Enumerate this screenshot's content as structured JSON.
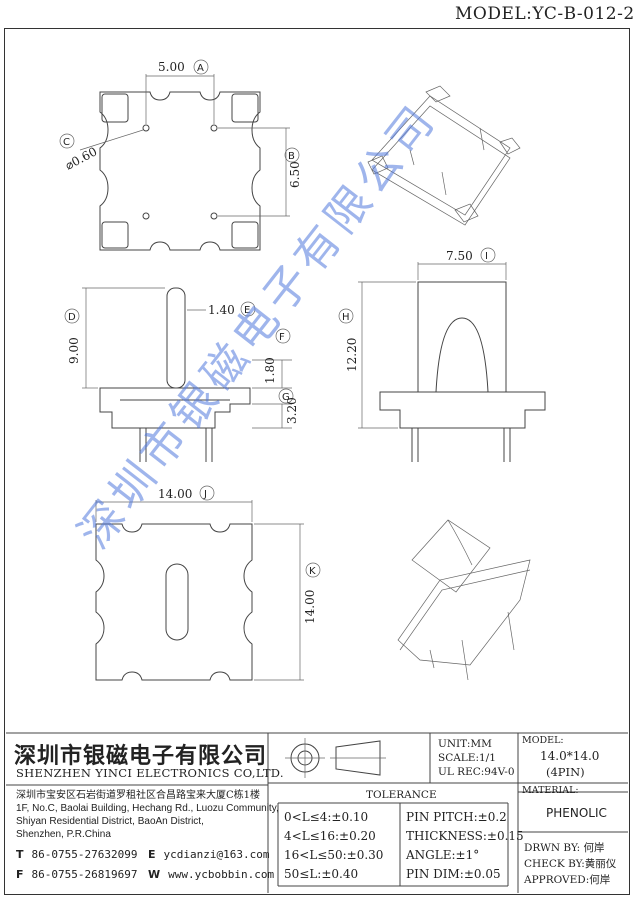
{
  "header": {
    "model_title": "MODEL:YC-B-012-2"
  },
  "dimensions": {
    "a": {
      "value": "5.00",
      "tag": "A"
    },
    "b": {
      "value": "6.50",
      "tag": "B"
    },
    "c": {
      "value": "⌀0.60",
      "tag": "C"
    },
    "d": {
      "value": "9.00",
      "tag": "D"
    },
    "e": {
      "value": "1.40",
      "tag": "E"
    },
    "f": {
      "value": "1.80",
      "tag": "F"
    },
    "g": {
      "value": "3.20",
      "tag": "G"
    },
    "h": {
      "value": "12.20",
      "tag": "H"
    },
    "i": {
      "value": "7.50",
      "tag": "I"
    },
    "j": {
      "value": "14.00",
      "tag": "J"
    },
    "k": {
      "value": "14.00",
      "tag": "K"
    }
  },
  "watermark": "深圳市银磁电子有限公司",
  "company": {
    "name_cn": "深圳市银磁电子有限公司",
    "name_en": "SHENZHEN YINCI ELECTRONICS CO,LTD.",
    "address_cn": "深圳市宝安区石岩街道罗租社区合昌路宝来大厦C栋1楼",
    "address_en_1": "1F, No.C, Baolai Building, Hechang Rd., Luozu Community,",
    "address_en_2": "Shiyan Residential District, BaoAn District,",
    "address_en_3": "Shenzhen, P.R.China",
    "tel_label": "T",
    "tel": "86-0755-27632099",
    "fax_label": "F",
    "fax": "86-0755-26819697",
    "email_label": "E",
    "email": "ycdianzi@163.com",
    "web_label": "W",
    "web": "www.ycbobbin.com"
  },
  "specs": {
    "unit": "UNIT:MM",
    "scale": "SCALE:1/1",
    "ul": "UL REC:94V-0",
    "model_label": "MODEL:",
    "model_value": "14.0*14.0",
    "model_pins": "(4PIN)",
    "material_label": "MATERIAL:",
    "material_value": "PHENOLIC"
  },
  "tolerance": {
    "title": "TOLERANCE",
    "rows_left": [
      "0<L≤4:±0.10",
      "4<L≤16:±0.20",
      "16<L≤50:±0.30",
      "50≤L:±0.40"
    ],
    "rows_right": [
      "PIN PITCH:±0.2",
      "THICKNESS:±0.15",
      "ANGLE:±1°",
      "PIN DIM:±0.05"
    ]
  },
  "signoff": {
    "drawn": "DRWN BY: 何岸",
    "check": "CHECK BY:黄丽仪",
    "approved": "APPROVED:何岸"
  }
}
